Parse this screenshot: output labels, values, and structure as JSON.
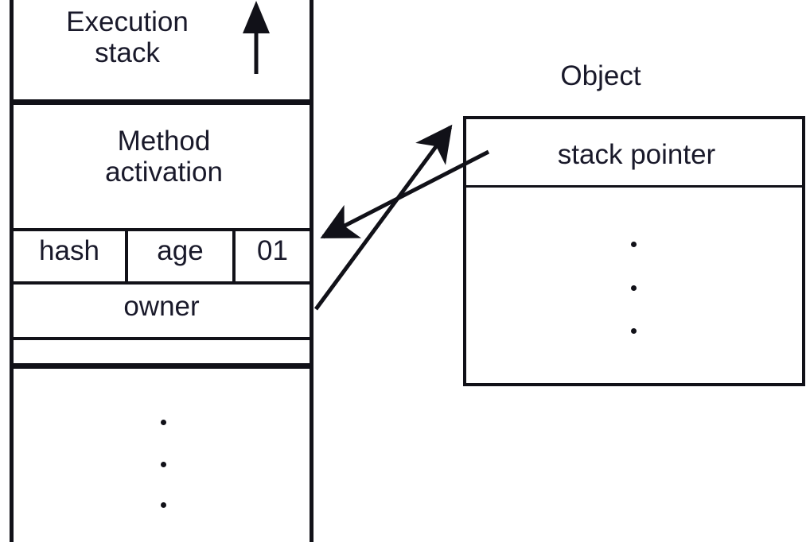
{
  "diagram": {
    "title_stack": "Execution\nstack",
    "title_object": "Object",
    "background_color": "#ffffff",
    "line_color": "#111118",
    "text_color": "#19192a"
  },
  "stack": {
    "name": "execution-stack",
    "header_label": "Execution\nstack",
    "growth_arrow": {
      "icon": "up-arrow-icon",
      "direction": "up",
      "meaning": "stack grows upward"
    },
    "frame": {
      "name": "method-activation-frame",
      "label": "Method\nactivation",
      "fields_row": [
        {
          "name": "hash",
          "label": "hash"
        },
        {
          "name": "age",
          "label": "age"
        },
        {
          "name": "flag",
          "label": "01"
        }
      ],
      "owner_row": {
        "name": "owner",
        "label": "owner"
      },
      "spacer_row": {
        "name": "spacer",
        "label": ""
      }
    },
    "continuation": {
      "icon": "vertical-ellipsis-icon",
      "dots": 3
    }
  },
  "object": {
    "name": "object-box",
    "title": "Object",
    "rows": [
      {
        "name": "stack-pointer",
        "label": "stack pointer"
      },
      {
        "name": "object-body",
        "label": ""
      }
    ],
    "continuation": {
      "icon": "vertical-ellipsis-icon",
      "dots": 3
    }
  },
  "connectors": [
    {
      "name": "owner-to-object",
      "from": "owner row (execution stack)",
      "to": "Object box top-left corner",
      "arrowhead": "end",
      "label": ""
    },
    {
      "name": "stack-pointer-to-frame",
      "from": "stack pointer cell (Object)",
      "to": "01 field cell (execution stack)",
      "arrowhead": "end",
      "label": ""
    }
  ]
}
